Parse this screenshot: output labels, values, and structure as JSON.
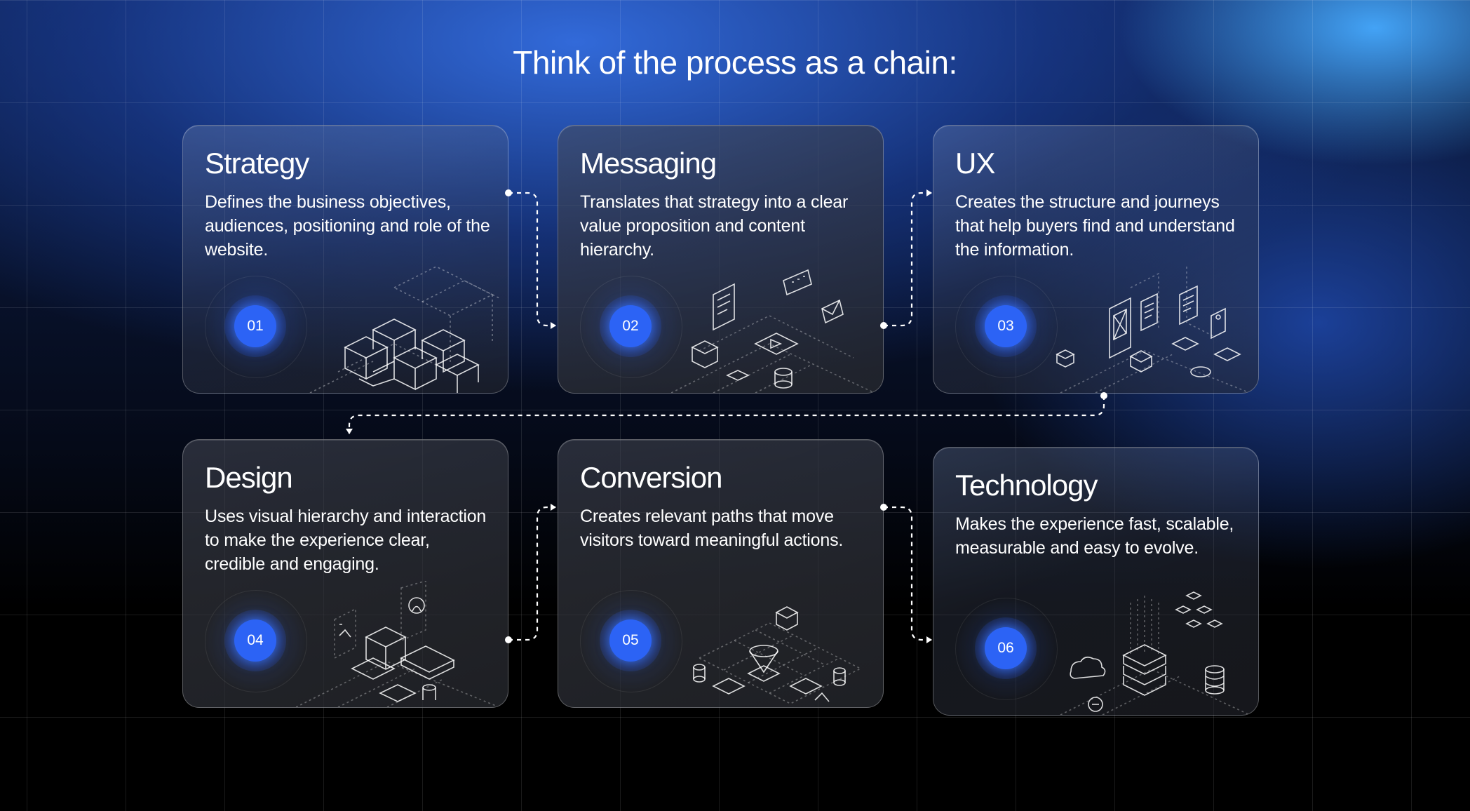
{
  "title": "Think of the process as a chain:",
  "colors": {
    "accent_blue": "#2c63f5",
    "background": "#000000",
    "card_border": "#6a7284"
  },
  "steps": [
    {
      "number": "01",
      "title": "Strategy",
      "description": "Defines the business objectives, audiences, positioning and role of the website.",
      "icon": "isometric-cubes-icon"
    },
    {
      "number": "02",
      "title": "Messaging",
      "description": "Translates that strategy into a clear value proposition and content hierarchy.",
      "icon": "isometric-messages-icon"
    },
    {
      "number": "03",
      "title": "UX",
      "description": "Creates the structure and journeys that help buyers find and understand the information.",
      "icon": "isometric-wireframes-icon"
    },
    {
      "number": "04",
      "title": "Design",
      "description": "Uses visual hierarchy and interaction to make the experience clear, credible and engaging.",
      "icon": "isometric-design-icon"
    },
    {
      "number": "05",
      "title": "Conversion",
      "description": "Creates relevant paths that move visitors toward meaningful actions.",
      "icon": "isometric-funnel-icon"
    },
    {
      "number": "06",
      "title": "Technology",
      "description": "Makes the experience fast, scalable, measurable and easy to evolve.",
      "icon": "isometric-servers-icon"
    }
  ]
}
